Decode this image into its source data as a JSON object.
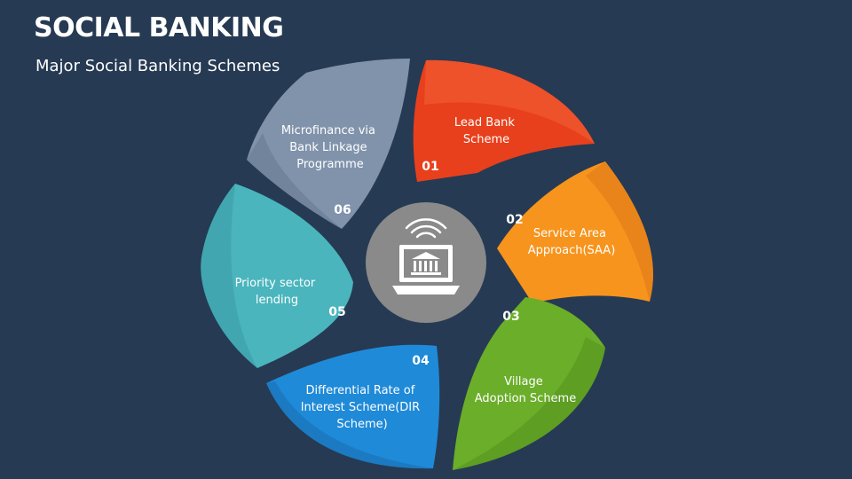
{
  "header": {
    "title": "SOCIAL BANKING",
    "subtitle": "Major Social Banking Schemes"
  },
  "center": {
    "icon": "bank-laptop-wifi-icon",
    "color": "#8a8a8a"
  },
  "petals": [
    {
      "number": "01",
      "lines": [
        "Lead Bank",
        "Scheme"
      ],
      "color": "#e8401c"
    },
    {
      "number": "02",
      "lines": [
        "Service Area",
        "Approach(SAA)"
      ],
      "color": "#f7941d"
    },
    {
      "number": "03",
      "lines": [
        "Village",
        "Adoption Scheme"
      ],
      "color": "#6aae2a"
    },
    {
      "number": "04",
      "lines": [
        "Differential Rate of",
        "Interest Scheme(DIR",
        "Scheme)"
      ],
      "color": "#1f8ad8"
    },
    {
      "number": "05",
      "lines": [
        "Priority sector",
        "lending"
      ],
      "color": "#4ab5bd"
    },
    {
      "number": "06",
      "lines": [
        "Microfinance via",
        "Bank Linkage",
        "Programme"
      ],
      "color": "#8193ab"
    }
  ]
}
